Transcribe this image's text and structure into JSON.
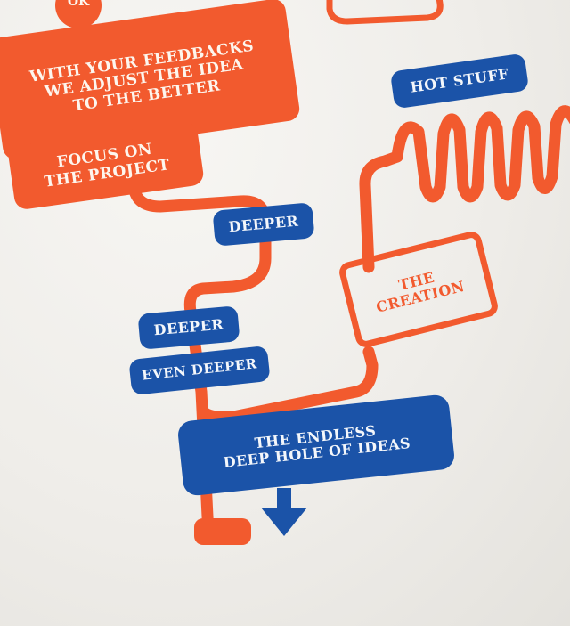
{
  "labels": {
    "top_stub": "OK",
    "feedback": "WITH YOUR FEEDBACKS\nWE ADJUST THE IDEA\nTO THE BETTER",
    "focus": "FOCUS ON\nTHE PROJECT",
    "deeper_1": "DEEPER",
    "deeper_2": "DEEPER",
    "even_deeper": "EVEN DEEPER",
    "endless": "THE ENDLESS\nDEEP HOLE OF IDEAS",
    "hot_stuff": "HOT STUFF",
    "creation": "THE\nCREATION"
  },
  "colors": {
    "orange": "#f25a2e",
    "blue": "#1b53a8",
    "paper": "#f3f2ee"
  },
  "icons": [
    "arrow-down-icon"
  ]
}
